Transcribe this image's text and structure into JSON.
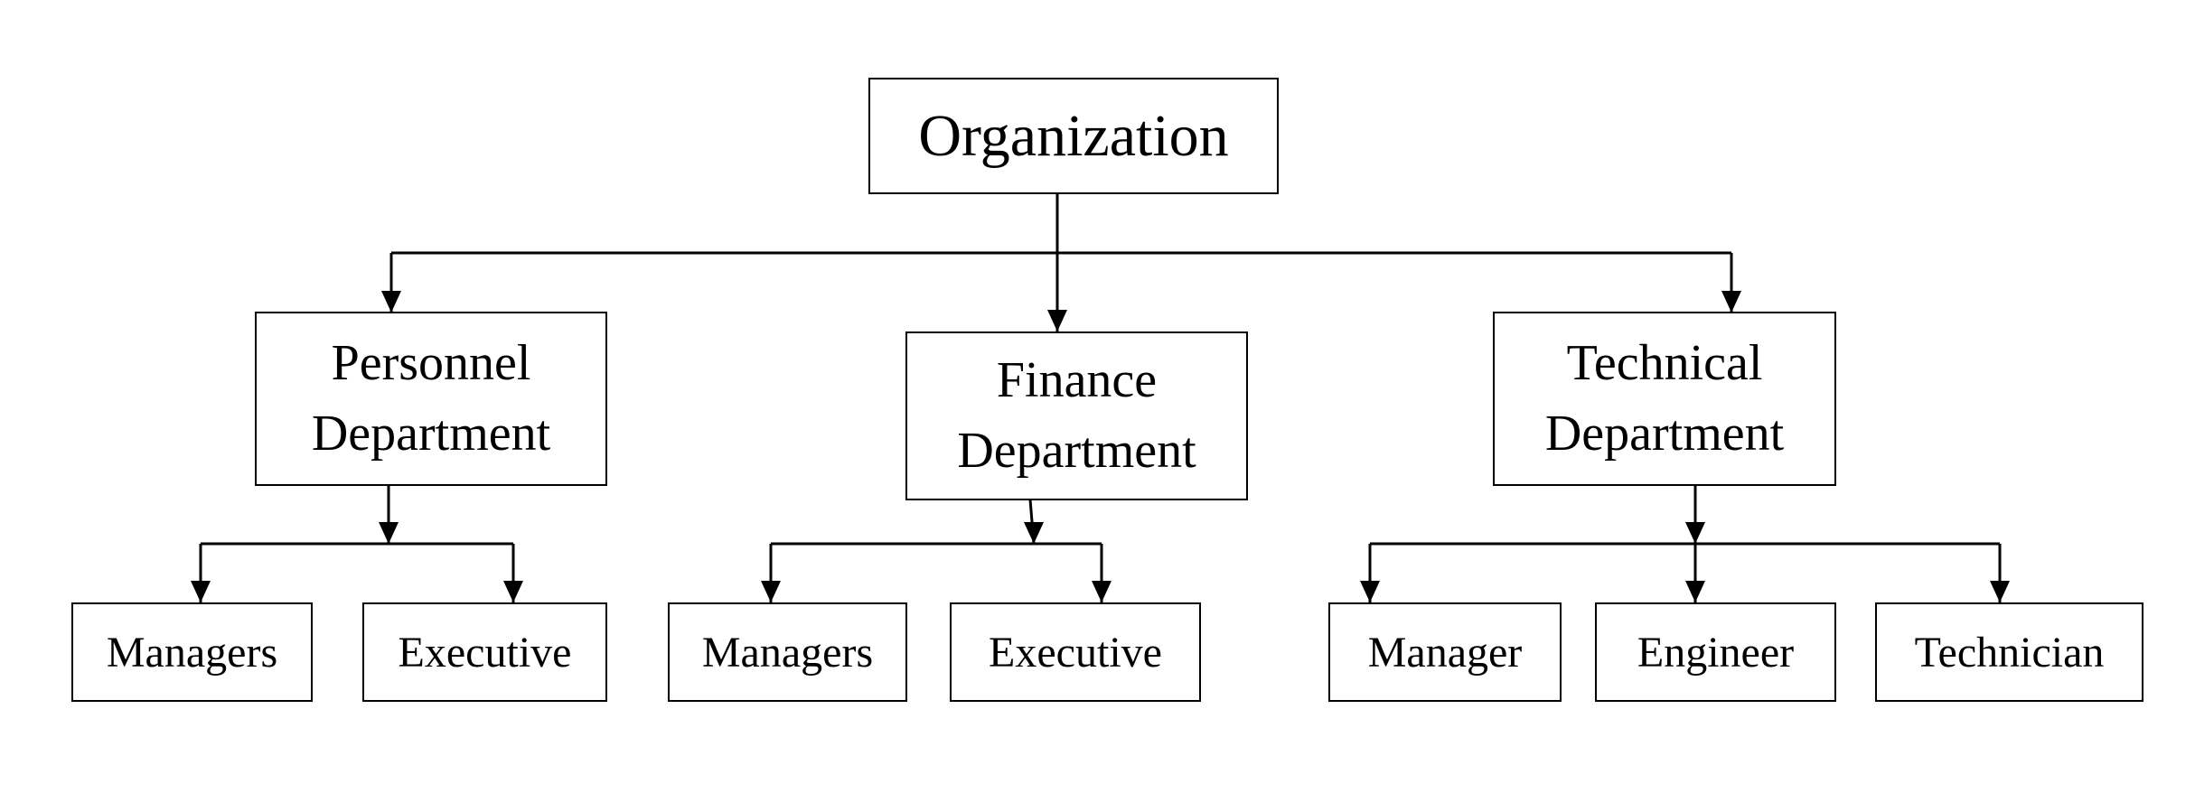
{
  "root": {
    "label": "Organization"
  },
  "departments": [
    {
      "line1": "Personnel",
      "line2": "Department"
    },
    {
      "line1": "Finance",
      "line2": "Department"
    },
    {
      "line1": "Technical",
      "line2": "Department"
    }
  ],
  "roles": {
    "personnel": [
      "Managers",
      "Executive"
    ],
    "finance": [
      "Managers",
      "Executive"
    ],
    "technical": [
      "Manager",
      "Engineer",
      "Technician"
    ]
  },
  "colors": {
    "stroke": "#000000",
    "background": "#ffffff"
  }
}
